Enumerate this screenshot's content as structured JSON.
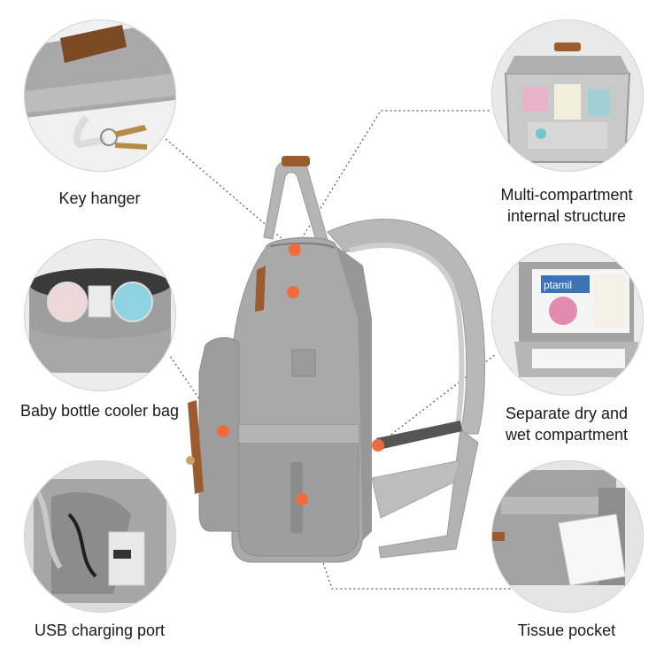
{
  "features": {
    "key_hanger": "Key hanger",
    "internal_structure_line1": "Multi-compartment",
    "internal_structure_line2": "internal structure",
    "bottle_cooler": "Baby bottle cooler bag",
    "dry_wet_line1": "Separate dry and",
    "dry_wet_line2": "wet compartment",
    "usb_port": "USB charging port",
    "tissue_pocket": "Tissue pocket",
    "formula_box_text": "ptamil"
  },
  "colors": {
    "bag_gray": "#a9a9a9",
    "bag_dark": "#8f8f8f",
    "strap": "#bdbdbd",
    "leather": "#9a5b2e",
    "marker": "#f26a3c",
    "leader": "#555555"
  }
}
